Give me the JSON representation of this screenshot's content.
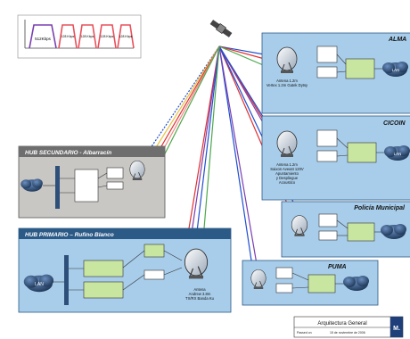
{
  "spectrum": {
    "carrier_main": "512Kbps",
    "carrier_small": [
      "128 Kbps",
      "128 Kbps",
      "128 Kbps",
      "128 Kbps"
    ]
  },
  "sites": {
    "almagro": {
      "title": "ALMA",
      "antenna": [
        "Antena 1.2m",
        "Vertex 1.2m Gatek Dytsy"
      ]
    },
    "cicoin": {
      "title": "CICOIN",
      "antenna": [
        "Antena 1.2m",
        "Saixon Aveast 120V",
        "Apuntamiento",
        "y Despliegue",
        "Acoustico"
      ]
    },
    "policia": {
      "title": "Policía Municipal"
    },
    "puma": {
      "title": "PUMA"
    },
    "hub_secundario": {
      "title": "HUB SECUNDARIO - Albarracín"
    },
    "hub_primario": {
      "title": "HUB PRIMARIO – Rufino Blanco",
      "lan_label": "LAN",
      "antenna": [
        "Antena",
        "Andrew 3.8m",
        "TX/RX Banda Ku"
      ]
    }
  },
  "lan_label": "LAN",
  "title_block": {
    "title": "Arquitectura General",
    "date_label": "Passed on",
    "date": "15 de noviembre de 2006",
    "logo": "M."
  },
  "colors": {
    "site_panel": "#a8cdea",
    "hub_secundario": "#c9c7c4",
    "hub_primario": "#a8cdea",
    "router_green": "#c8e6a0",
    "cloud": "#2e4f7a"
  }
}
